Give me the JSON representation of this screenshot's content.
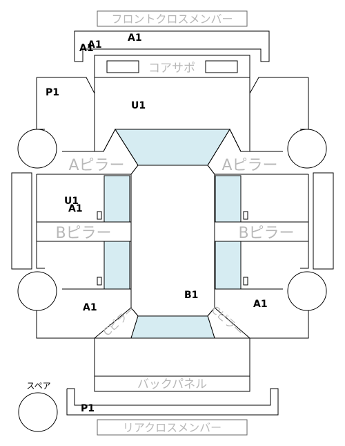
{
  "labels": {
    "front_cross_member": "フロントクロスメンバー",
    "core_support": "コアサポ",
    "a_pillar_left": "Aピラー",
    "a_pillar_right": "Aピラー",
    "b_pillar_left": "Bピラー",
    "b_pillar_right": "Bピラー",
    "c_pillar_left": "Cピラー",
    "c_pillar_right": "Cピラー",
    "back_panel": "バックパネル",
    "spare": "スペア",
    "rear_cross_member": "リアクロスメンバー"
  },
  "codes": {
    "front_member_a": "A1",
    "front_member_b": "A1",
    "front_member_c": "A1",
    "left_front_fender": "P1",
    "hood": "U1",
    "left_door_u": "U1",
    "left_door_a": "A1",
    "left_rear_fender": "A1",
    "roof": "B1",
    "right_rear_fender": "A1",
    "rear_member": "P1"
  },
  "colors": {
    "glass": "#d6ecf2",
    "label_gray": "#b8b8b8",
    "line": "#000000"
  }
}
